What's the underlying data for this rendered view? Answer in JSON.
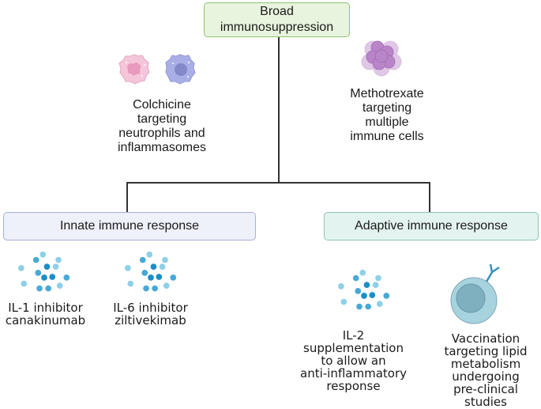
{
  "top": {
    "label_line1": "Broad",
    "label_line2": "immunosuppression"
  },
  "colchicine": {
    "line1": "Colchicine",
    "line2": "targeting",
    "line3": "neutrophils and",
    "line4": "inflammasomes"
  },
  "methotrexate": {
    "line1": "Methotrexate",
    "line2": "targeting",
    "line3": "multiple",
    "line4": "immune cells"
  },
  "innate": {
    "label": "Innate immune response"
  },
  "adaptive": {
    "label": "Adaptive immune response"
  },
  "il1": {
    "line1": "IL-1 inhibitor",
    "line2": "canakinumab"
  },
  "il6": {
    "line1": "IL-6 inhibitor",
    "line2": "ziltivekimab"
  },
  "il2": {
    "line1": "IL-2",
    "line2": "supplementation",
    "line3": "to allow an",
    "line4": "anti-inflammatory",
    "line5": "response"
  },
  "vaccination": {
    "line1": "Vaccination",
    "line2": "targeting lipid",
    "line3": "metabolism",
    "line4": "undergoing",
    "line5": "pre-clinical",
    "line6": "studies"
  },
  "colors": {
    "top_fill": "#e8f4de",
    "innate_fill": "#eef0fa",
    "adaptive_fill": "#e3f3ef",
    "dot_dark": "#1a8ec8",
    "dot_mid": "#48a9d6",
    "dot_light": "#8fcfe8"
  }
}
